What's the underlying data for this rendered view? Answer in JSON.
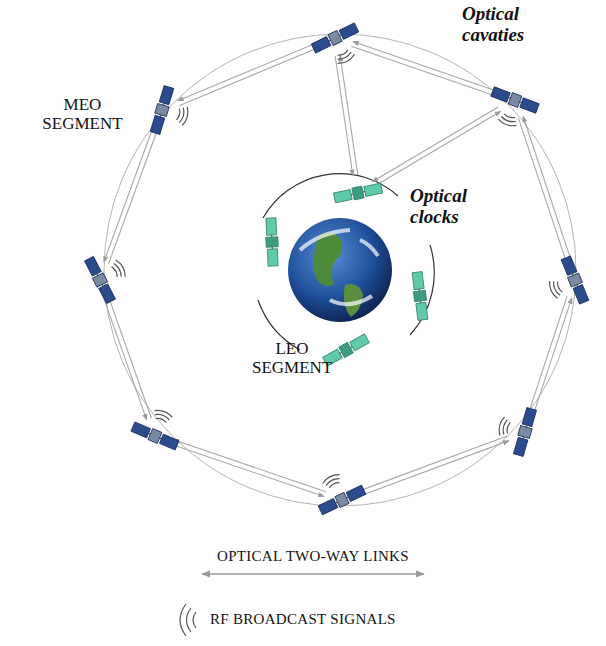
{
  "diagram": {
    "labels": [
      "Optical cavaties",
      "Optical clocks",
      "MEO SEGMENT",
      "LEO SEGMENT"
    ],
    "legend": [
      {
        "text": "OPTICAL TWO-WAY LINKS"
      },
      {
        "text": "RF BROADCAST SIGNALS"
      }
    ]
  }
}
